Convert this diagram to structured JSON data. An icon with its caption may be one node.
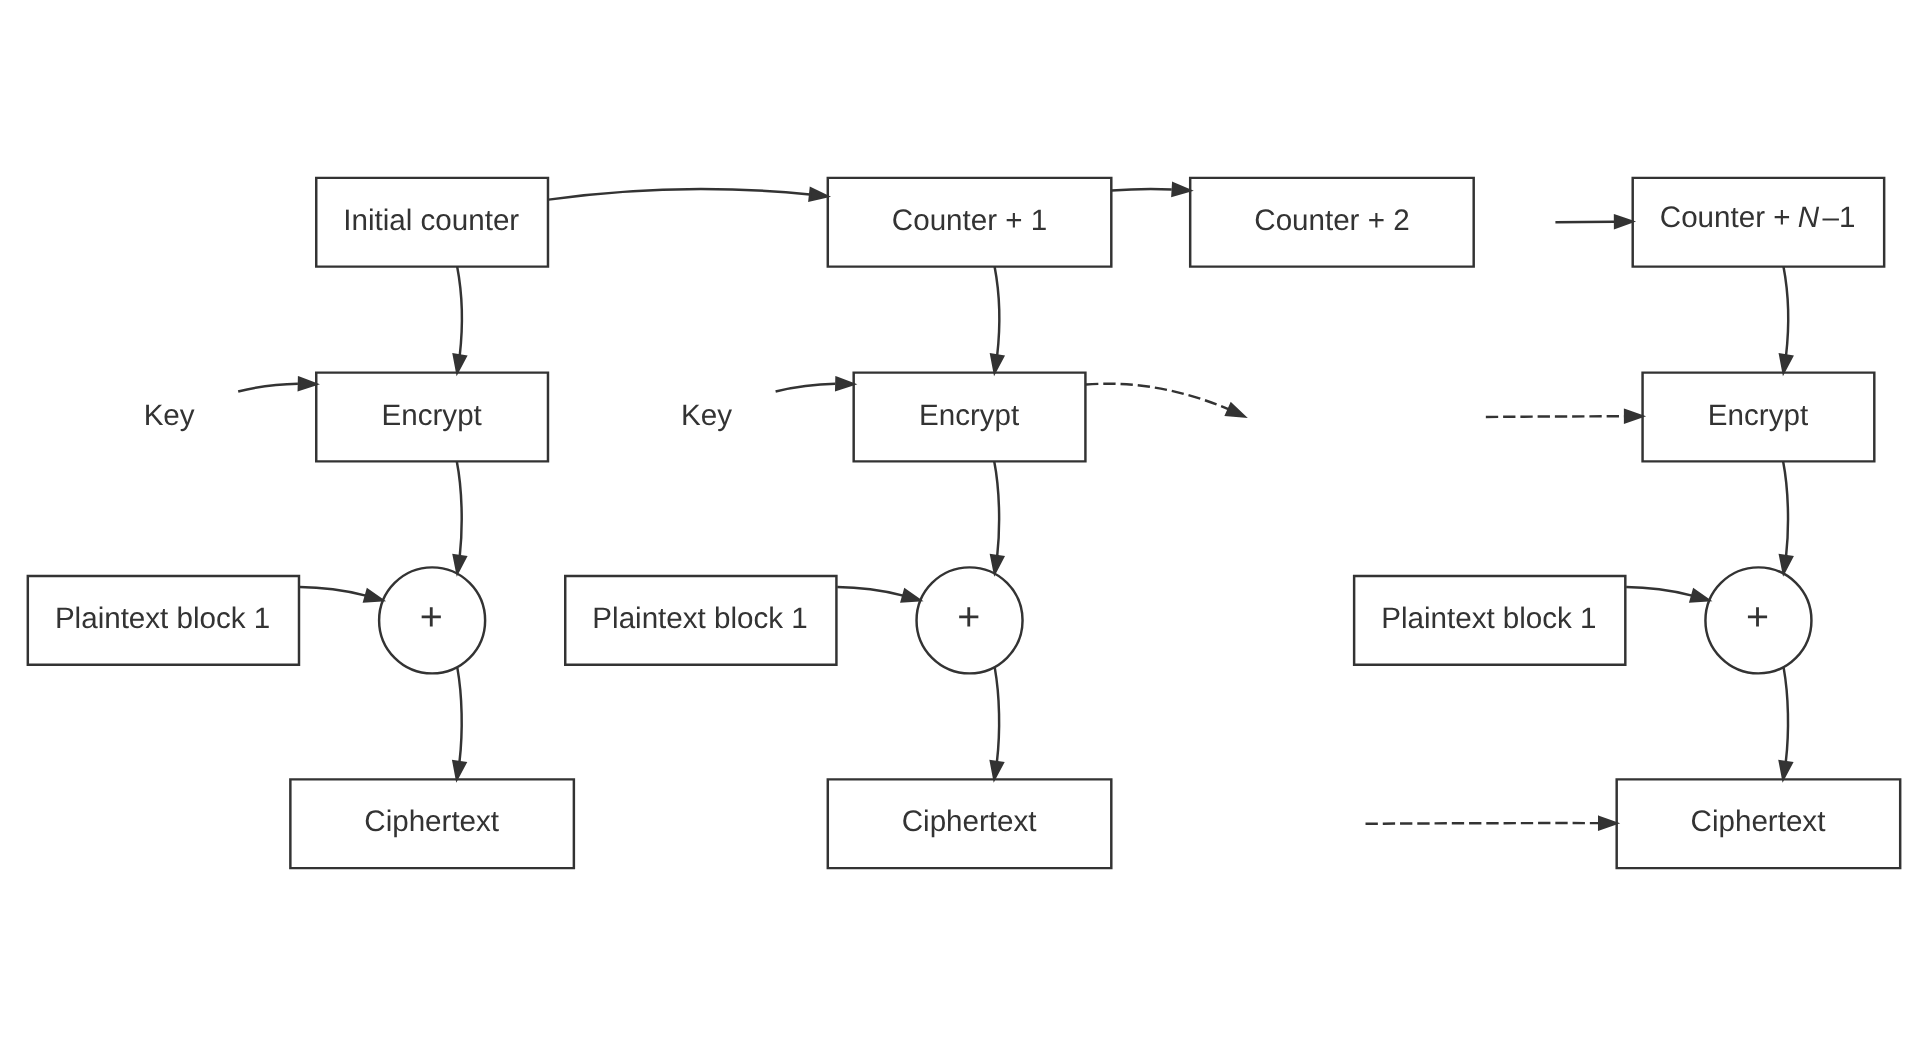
{
  "diagram": {
    "nodes": [
      {
        "text": [
          "Initial counter"
        ]
      },
      {
        "text": [
          "Counter + 1"
        ]
      },
      {
        "text": [
          "Counter + 2"
        ]
      },
      {
        "text": [
          "Counter + *N*–1"
        ]
      },
      {
        "text": [
          "Key"
        ]
      },
      {
        "text": [
          "Encrypt"
        ]
      },
      {
        "text": [
          "Key"
        ]
      },
      {
        "text": [
          "Encrypt"
        ]
      },
      {
        "text": [
          "Encrypt"
        ]
      },
      {
        "text": [
          "Plaintext block 1"
        ]
      },
      {
        "text": [
          "+"
        ]
      },
      {
        "text": [
          "Plaintext block 1"
        ]
      },
      {
        "text": [
          "+"
        ]
      },
      {
        "text": [
          "Plaintext block 1"
        ]
      },
      {
        "text": [
          "+"
        ]
      },
      {
        "text": [
          "Ciphertext"
        ]
      },
      {
        "text": [
          "Ciphertext"
        ]
      },
      {
        "text": [
          "Ciphertext"
        ]
      }
    ],
    "edges": [
      {
        "from": 0,
        "to": 1,
        "arrow": "to"
      },
      {
        "from": 0,
        "to": 5,
        "arrow": "to"
      },
      {
        "from": 1,
        "to": 2,
        "arrow": "to"
      },
      {
        "from": 1,
        "to": 7,
        "arrow": "to"
      },
      {
        "from": null,
        "to": 3,
        "arrow": "to"
      },
      {
        "from": 3,
        "to": 8,
        "arrow": "to"
      },
      {
        "from": 4,
        "to": 5,
        "arrow": "to"
      },
      {
        "from": 6,
        "to": 7,
        "arrow": "to"
      },
      {
        "from": 7,
        "to": null,
        "arrow": "to",
        "style": "dashed"
      },
      {
        "from": null,
        "to": 8,
        "arrow": "to",
        "style": "dashed"
      },
      {
        "from": 5,
        "to": 10,
        "arrow": "to"
      },
      {
        "from": 9,
        "to": 10,
        "arrow": "to"
      },
      {
        "from": 10,
        "to": 15,
        "arrow": "to"
      },
      {
        "from": 7,
        "to": 12,
        "arrow": "to"
      },
      {
        "from": 11,
        "to": 12,
        "arrow": "to"
      },
      {
        "from": 12,
        "to": 16,
        "arrow": "to"
      },
      {
        "from": null,
        "to": 17,
        "arrow": "to",
        "style": "dashed"
      },
      {
        "from": 8,
        "to": 14,
        "arrow": "to"
      },
      {
        "from": 13,
        "to": 14,
        "arrow": "to"
      },
      {
        "from": 14,
        "to": 17,
        "arrow": "to"
      }
    ]
  }
}
